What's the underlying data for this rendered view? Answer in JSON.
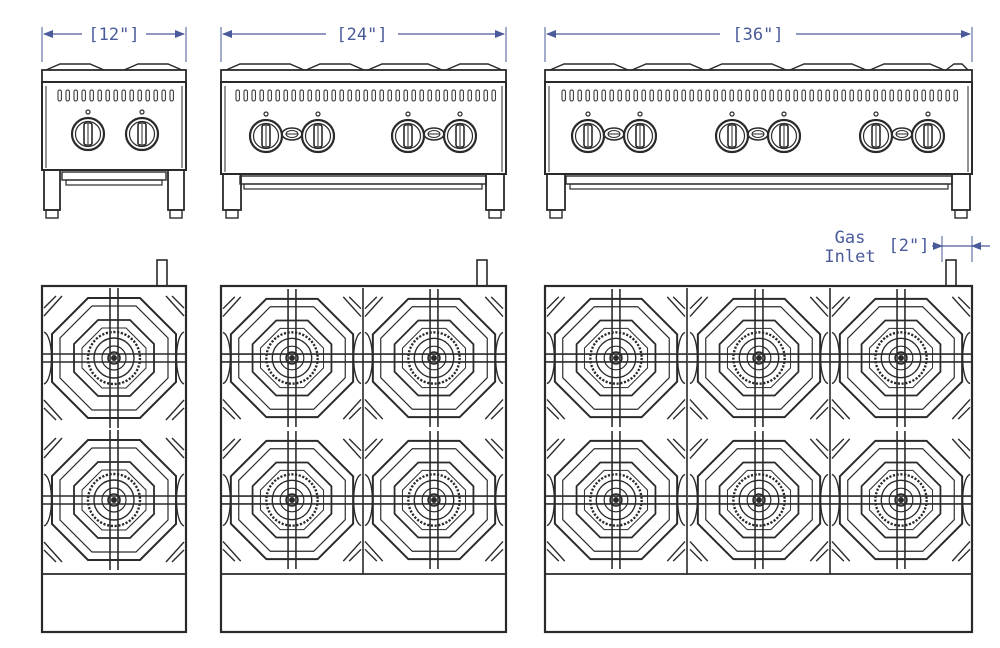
{
  "dimensions": {
    "width_12": "[12\"]",
    "width_24": "[24\"]",
    "width_36": "[36\"]",
    "inlet_offset": "[2\"]"
  },
  "gas_inlet": {
    "line1": "Gas",
    "line2": "Inlet"
  },
  "colors": {
    "line": "#2a2a2a",
    "dimension": "#4a5a9a",
    "background": "#ffffff"
  },
  "models": [
    {
      "id": "12in",
      "burners": 2,
      "knobs": 2
    },
    {
      "id": "24in",
      "burners": 4,
      "knobs": 4
    },
    {
      "id": "36in",
      "burners": 6,
      "knobs": 6
    }
  ]
}
